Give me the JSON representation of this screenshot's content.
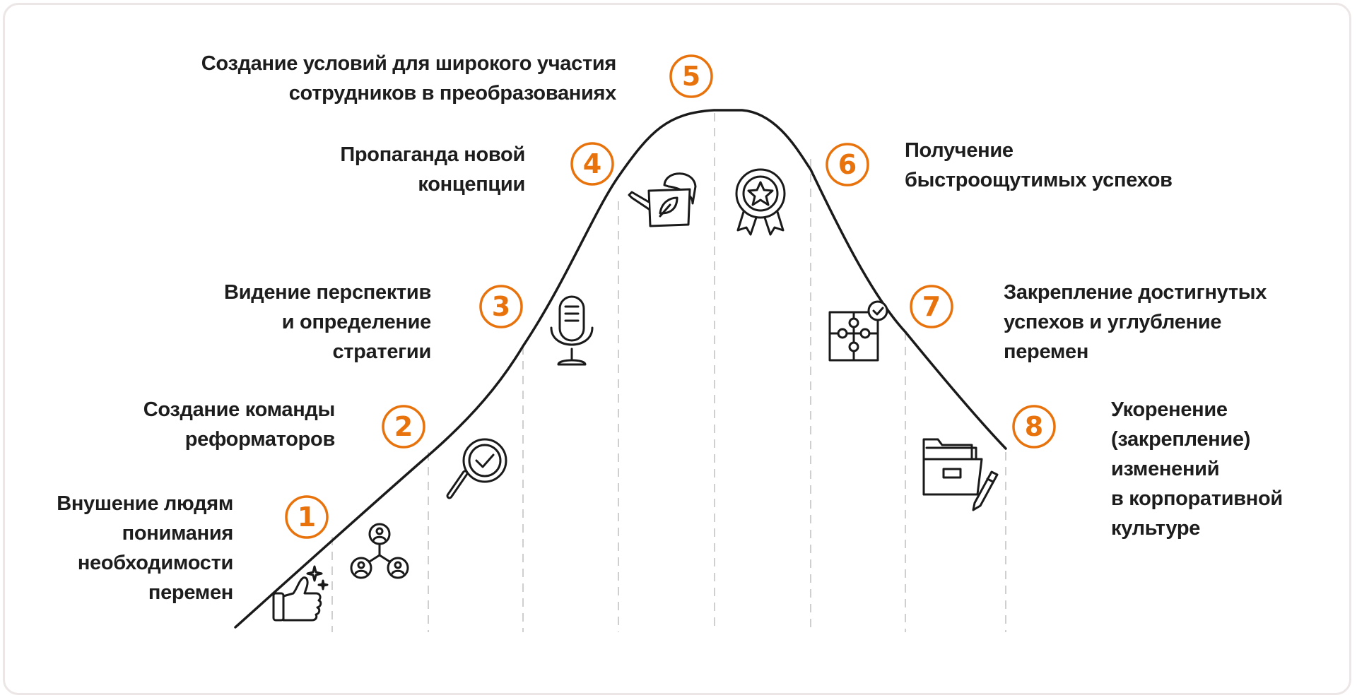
{
  "accent_color": "#e8730c",
  "stages": [
    {
      "number": "1",
      "lines": [
        "Внушение людям",
        "понимания",
        "необходимости",
        "перемен"
      ],
      "icon": "thumbs-up-icon"
    },
    {
      "number": "2",
      "lines": [
        "Создание команды",
        "реформаторов"
      ],
      "icon": "team-network-icon"
    },
    {
      "number": "3",
      "lines": [
        "Видение перспектив",
        "и определение",
        "стратегии"
      ],
      "icon": "magnifier-check-icon"
    },
    {
      "number": "4",
      "lines": [
        "Пропаганда новой",
        "концепции"
      ],
      "icon": "microphone-icon"
    },
    {
      "number": "5",
      "lines": [
        "Создание условий для широкого участия",
        "сотрудников в преобразованиях"
      ],
      "icon": "watering-can-icon"
    },
    {
      "number": "6",
      "lines": [
        "Получение",
        "быстроощутимых успехов"
      ],
      "icon": "award-badge-icon"
    },
    {
      "number": "7",
      "lines": [
        "Закрепление достигнутых",
        "успехов и углубление",
        "перемен"
      ],
      "icon": "puzzle-icon"
    },
    {
      "number": "8",
      "lines": [
        "Укоренение",
        "(закрепление)",
        "изменений",
        "в корпоративной",
        "культуре"
      ],
      "icon": "folder-pen-icon"
    }
  ]
}
